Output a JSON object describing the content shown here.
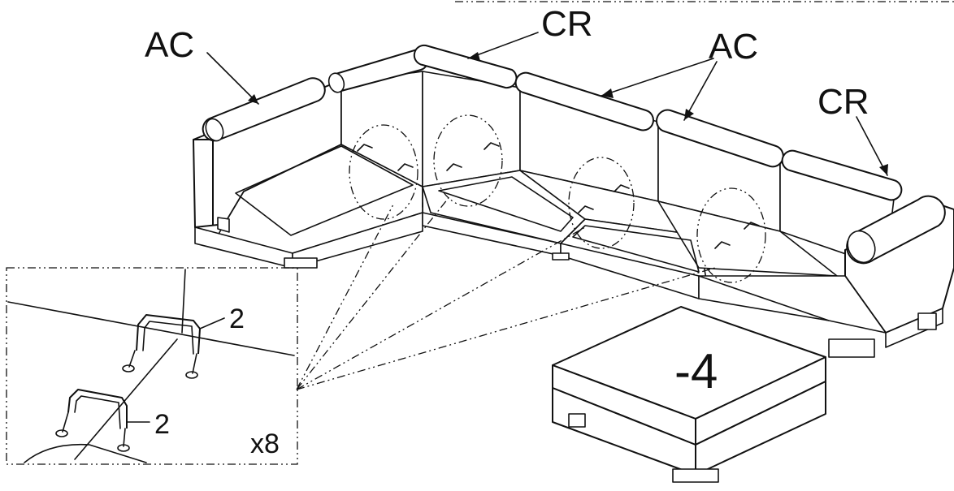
{
  "labels": {
    "left_arm_cushion": "AC",
    "top_center_roll": "CR",
    "middle_arm_cushion": "AC",
    "right_center_roll": "CR"
  },
  "detail": {
    "bracket_upper": "2",
    "bracket_lower": "2",
    "multiplier": "x8"
  },
  "ottoman": {
    "quantity_mark": "-4"
  }
}
